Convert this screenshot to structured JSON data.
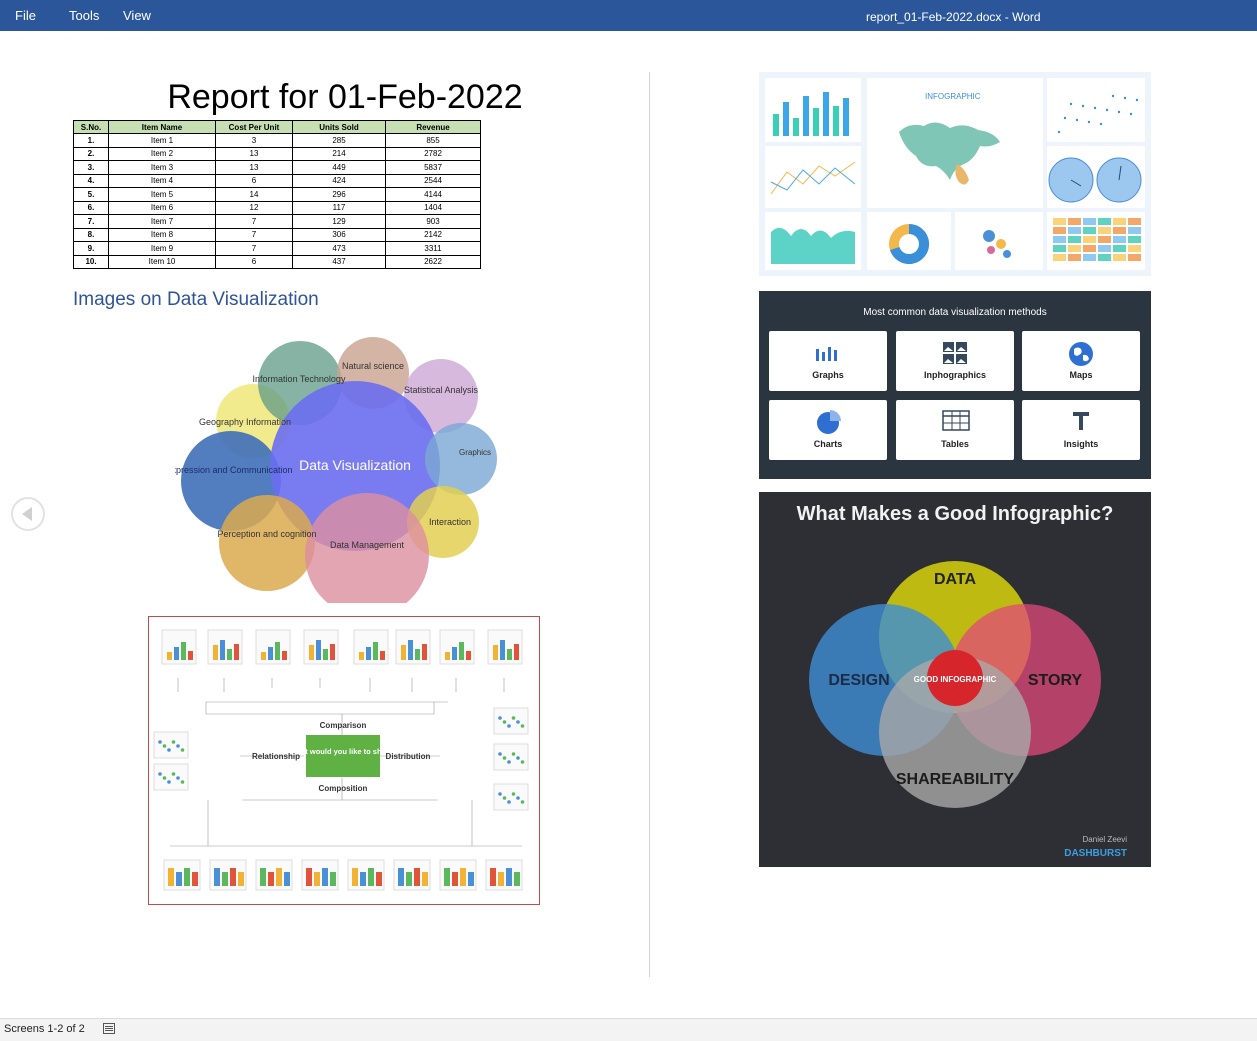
{
  "window": {
    "menu": [
      "File",
      "Tools",
      "View"
    ],
    "title": "report_01-Feb-2022.docx  -  Word"
  },
  "report": {
    "title": "Report for 01-Feb-2022",
    "table": {
      "headers": [
        "S.No.",
        "Item Name",
        "Cost Per Unit",
        "Units Sold",
        "Revenue"
      ],
      "rows": [
        [
          "1.",
          "Item 1",
          "3",
          "285",
          "855"
        ],
        [
          "2.",
          "Item 2",
          "13",
          "214",
          "2782"
        ],
        [
          "3.",
          "Item 3",
          "13",
          "449",
          "5837"
        ],
        [
          "4.",
          "Item 4",
          "6",
          "424",
          "2544"
        ],
        [
          "5.",
          "Item 5",
          "14",
          "296",
          "4144"
        ],
        [
          "6.",
          "Item 6",
          "12",
          "117",
          "1404"
        ],
        [
          "7.",
          "Item 7",
          "7",
          "129",
          "903"
        ],
        [
          "8.",
          "Item 8",
          "7",
          "306",
          "2142"
        ],
        [
          "9.",
          "Item 9",
          "7",
          "473",
          "3311"
        ],
        [
          "10.",
          "Item 10",
          "6",
          "437",
          "2622"
        ]
      ]
    },
    "section_heading": "Images on Data Visualization"
  },
  "bubble_diagram": {
    "center": "Data Visualization",
    "bubbles": [
      "Information Technology",
      "Natural science",
      "Statistical Analysis",
      "Geography Information",
      "Expression and Communication",
      "Graphics",
      "Interaction",
      "Perception and cognition",
      "Data Management"
    ],
    "colors": [
      "#4a7fb5",
      "#e8d24a",
      "#6a9b7e",
      "#c49a8a",
      "#c9a6d1",
      "#7ba6cc",
      "#d8c64a",
      "#d6a24a",
      "#d88a9a",
      "#6b6de8"
    ]
  },
  "chart_chooser": {
    "center": "What would you like to show?",
    "branches": [
      "Comparison",
      "Relationship",
      "Distribution",
      "Composition"
    ]
  },
  "dashboard": {
    "label": "INFOGRAPHIC"
  },
  "methods": {
    "title": "Most common data visualization methods",
    "items": [
      {
        "label": "Graphs",
        "icon": "bar-graph-icon"
      },
      {
        "label": "Inphographics",
        "icon": "image-grid-icon"
      },
      {
        "label": "Maps",
        "icon": "globe-icon"
      },
      {
        "label": "Charts",
        "icon": "pie-chart-icon"
      },
      {
        "label": "Tables",
        "icon": "table-icon"
      },
      {
        "label": "Insights",
        "icon": "text-insight-icon"
      }
    ],
    "accent": "#2f6fd1"
  },
  "infographic_venn": {
    "title": "What Makes a Good Infographic?",
    "sets": [
      "DATA",
      "DESIGN",
      "STORY",
      "SHAREABILITY"
    ],
    "center": "GOOD INFOGRAPHIC",
    "author": "Daniel Zeevi",
    "brand": "DASHBURST"
  },
  "status": {
    "text": "Screens 1-2 of 2",
    "icon": "read-mode-icon"
  }
}
